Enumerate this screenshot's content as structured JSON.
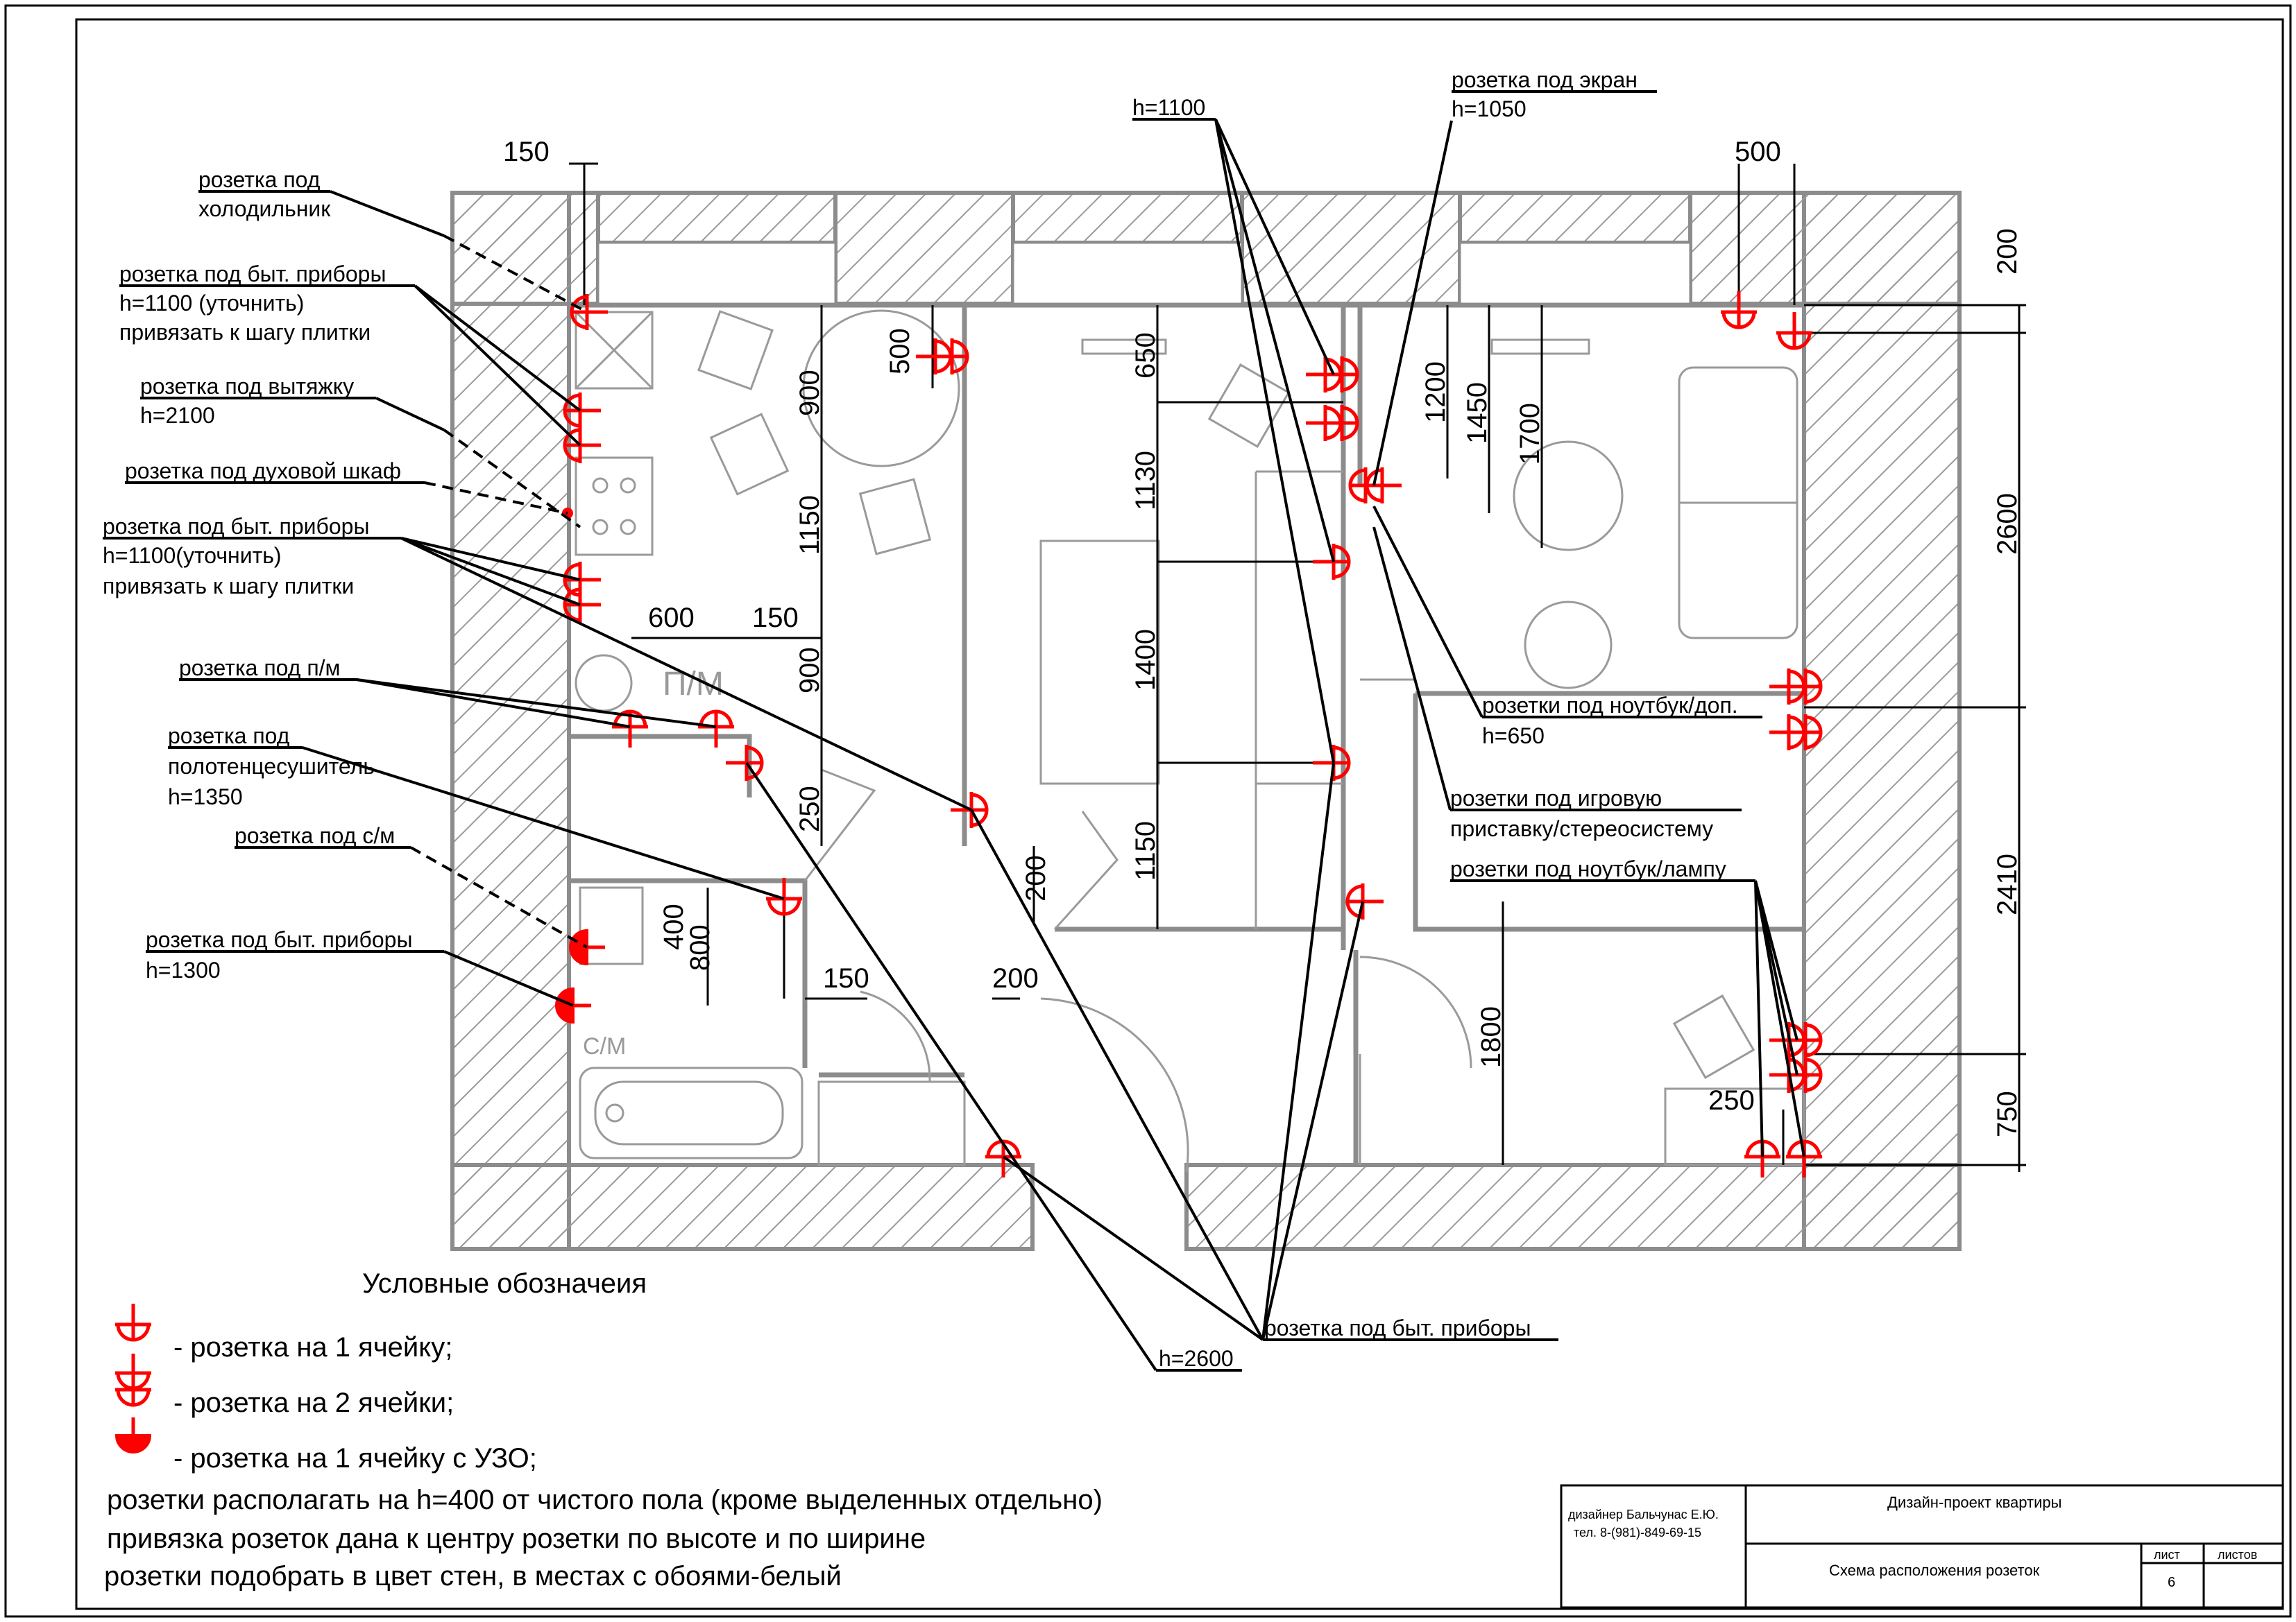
{
  "labels": {
    "fridge_l1": "розетка под",
    "fridge_l2": "холодильник",
    "appl1_l1": "розетка под быт. приборы",
    "appl1_l2": "h=1100 (уточнить)",
    "appl1_l3": "привязать к шагу плитки",
    "hood_l1": "розетка под вытяжку",
    "hood_l2": "h=2100",
    "oven": "розетка под духовой шкаф",
    "appl2_l1": "розетка под быт. приборы",
    "appl2_l2": "h=1100(уточнить)",
    "appl2_l3": "привязать к шагу плитки",
    "dishwasher": "розетка под п/м",
    "towel_l1": "розетка под",
    "towel_l2": "полотенцесушитель",
    "towel_l3": "h=1350",
    "washer": "розетка под с/м",
    "appl3_l1": "розетка под быт. приборы",
    "appl3_l2": "h=1300",
    "h1100": "h=1100",
    "screen_l1": "розетка под экран",
    "screen_l2": "h=1050",
    "notebook_l1": "розетки под ноутбук/доп.",
    "notebook_l2": "h=650",
    "console_l1": "розетки под игровую",
    "console_l2": "приставку/стереосистему",
    "lamp": "розетки под ноутбук/лампу",
    "appl4": "розетка под быт. приборы",
    "h2600": "h=2600"
  },
  "dims": {
    "d150a": "150",
    "d500a": "500",
    "d900a": "900",
    "d1150": "1150",
    "d600": "600",
    "d150b": "150",
    "d900b": "900",
    "d250a": "250",
    "d400": "400",
    "d800": "800",
    "d150c": "150",
    "d200a": "200",
    "d200b": "200",
    "d1150b": "1150",
    "d650": "650",
    "d1130": "1130",
    "d1400": "1400",
    "d1200": "1200",
    "d1450": "1450",
    "d1700": "1700",
    "d500b": "500",
    "d200r": "200",
    "d2600": "2600",
    "d2410": "2410",
    "d750": "750",
    "d1800": "1800",
    "d250b": "250"
  },
  "room_labels": {
    "pm": "П/М",
    "sm": "С/М"
  },
  "legend": {
    "title": "Условные обозначеия",
    "item1": "- розетка на 1 ячейку;",
    "item2": "- розетка на 2 ячейки;",
    "item3": "- розетка на 1 ячейку с УЗО;"
  },
  "notes": [
    "розетки располагать на h=400 от чистого пола (кроме выделенных отдельно)",
    "привязка розеток дана к центру розетки по высоте и по ширине",
    "розетки подобрать в цвет стен, в местах с обоями-белый"
  ],
  "title_block": {
    "designer_l1": "дизайнер Бальчунас Е.Ю.",
    "designer_l2": "тел. 8-(981)-849-69-15",
    "project": "Дизайн-проект квартиры",
    "sheet_title": "Схема расположения розеток",
    "sheet_label": "лист",
    "sheets_label": "листов",
    "sheet_no": "6",
    "sheets_total": ""
  },
  "colors": {
    "socket": "#ff0000",
    "wall": "#8c8c8c",
    "ink": "#000000"
  }
}
